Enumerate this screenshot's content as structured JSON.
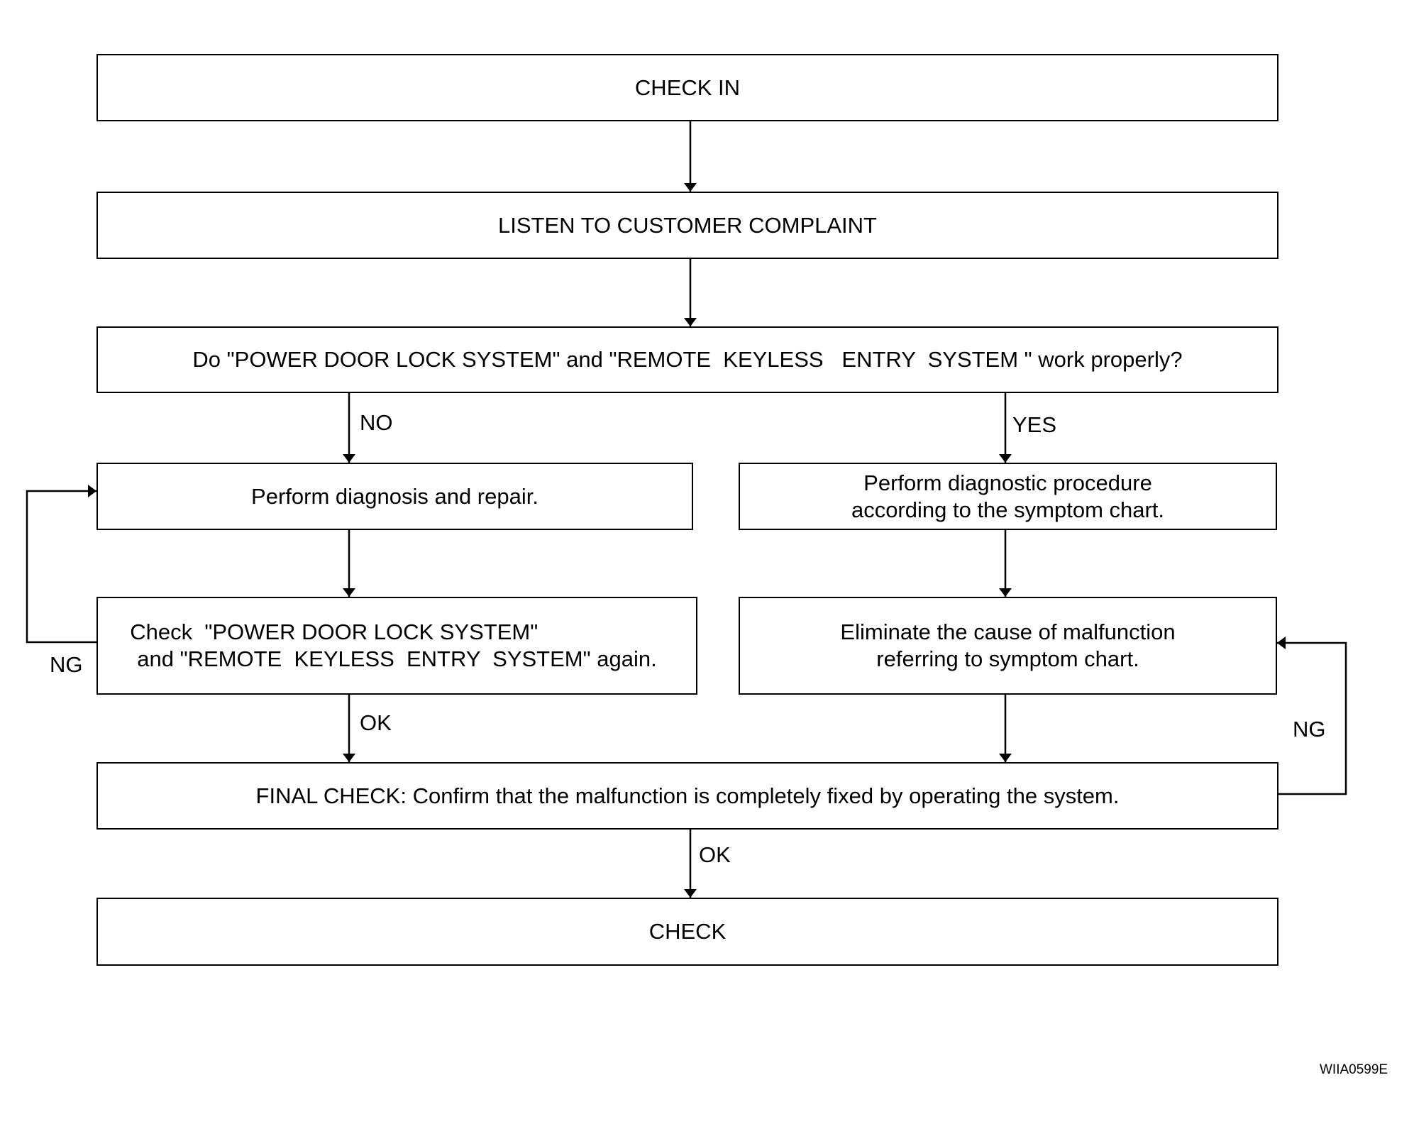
{
  "flowchart": {
    "check_in": "CHECK IN",
    "listen": "LISTEN TO CUSTOMER COMPLAINT",
    "question": "Do \"POWER DOOR LOCK SYSTEM\" and \"REMOTE  KEYLESS   ENTRY  SYSTEM \" work properly?",
    "diagnosis_repair": "Perform diagnosis and repair.",
    "diagnostic_procedure": {
      "line1": "Perform diagnostic procedure",
      "line2": "according to the symptom chart."
    },
    "check_again": {
      "line1": "Check  \"POWER DOOR LOCK SYSTEM\"",
      "line2": "and \"REMOTE  KEYLESS  ENTRY  SYSTEM\" again."
    },
    "eliminate": {
      "line1": "Eliminate the cause of malfunction",
      "line2": "referring to symptom chart."
    },
    "final_check": "FINAL CHECK: Confirm that the malfunction is completely fixed by operating the system.",
    "check_out": "CHECK"
  },
  "labels": {
    "no": "NO",
    "yes": "YES",
    "ng_left": "NG",
    "ng_right": "NG",
    "ok_left": "OK",
    "ok_center": "OK"
  },
  "figure_id": "WIIA0599E",
  "colors": {
    "line": "#000000",
    "background": "#ffffff"
  }
}
